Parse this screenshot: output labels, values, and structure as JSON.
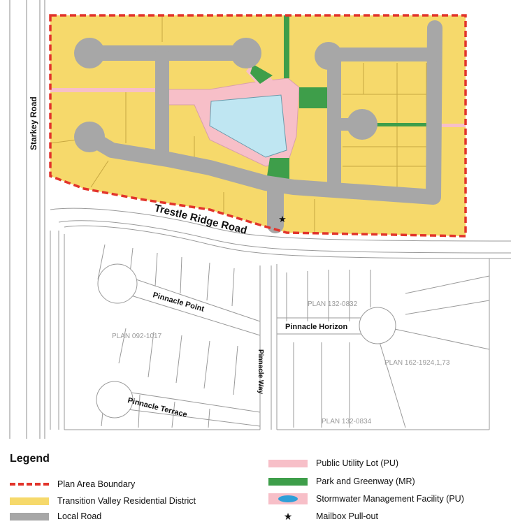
{
  "map": {
    "roads": {
      "starkey": "Starkey Road",
      "trestle": "Trestle Ridge Road",
      "pinnacle_point": "Pinnacle Point",
      "pinnacle_horizon": "Pinnacle Horizon",
      "pinnacle_way": "Pinnacle Way",
      "pinnacle_terrace": "Pinnacle Terrace"
    },
    "plans": {
      "p1": "PLAN 132-0832",
      "p2": "PLAN 092-1017",
      "p3": "PLAN 162-1924,1,73",
      "p4": "PLAN 132-0834"
    },
    "colors": {
      "residential": "#f6d96b",
      "road": "#a7a7a7",
      "utility": "#f7bfc8",
      "park": "#3e9e4a",
      "pond": "#bfe6f2",
      "boundary": "#e2342b"
    }
  },
  "legend": {
    "title": "Legend",
    "items": [
      {
        "label": "Plan Area Boundary",
        "color": "#e2342b"
      },
      {
        "label": "Transition Valley Residential District",
        "color": "#f6d96b"
      },
      {
        "label": "Local Road",
        "color": "#a7a7a7"
      },
      {
        "label": "Public Utility Lot (PU)",
        "color": "#f7bfc8"
      },
      {
        "label": "Park and Greenway (MR)",
        "color": "#3e9e4a"
      },
      {
        "label": "Stormwater Management Facility (PU)",
        "color": "#f7bfc8"
      },
      {
        "label": "Mailbox Pull-out",
        "icon": "star-icon"
      }
    ]
  }
}
